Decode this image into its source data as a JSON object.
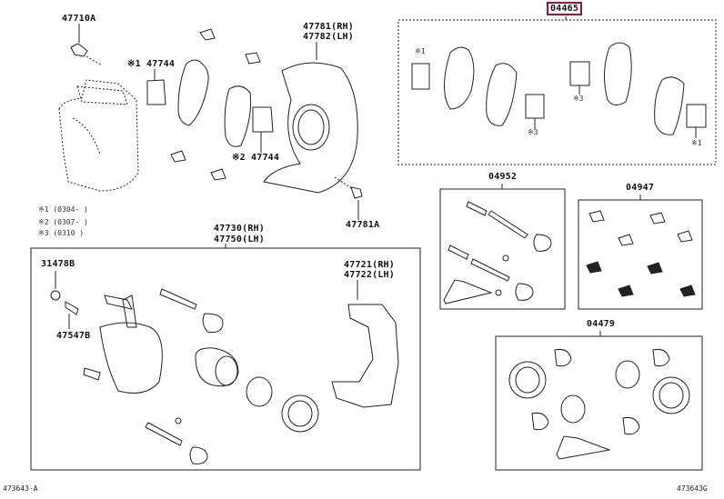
{
  "diagram": {
    "highlight_color": "#8b1a3a",
    "parts": {
      "bolt_top": "47710A",
      "pad_shim_1": "※1 47744",
      "pad_shim_2": "※2 47744",
      "dust_cover_rh": "47781(RH)",
      "dust_cover_lh": "47782(LH)",
      "dust_cover_bolt": "47781A",
      "caliper_rh": "47730(RH)",
      "caliper_lh": "47750(LH)",
      "bleeder_cap": "31478B",
      "bleeder_plug": "47547B",
      "mounting_rh": "47721(RH)",
      "mounting_lh": "47722(LH)",
      "pad_kit": "04465",
      "slide_pin_kit": "04952",
      "anti_squeal_kit": "04947",
      "cylinder_kit": "04479"
    },
    "notes": [
      "※1  (0304-      )",
      "※2  (0307-      )",
      "※3  (0310       )"
    ],
    "kit_marks": {
      "m1a": "※1",
      "m3a": "※3",
      "m3b": "※3",
      "m1b": "※1"
    },
    "footer_left": "473643·A",
    "footer_right": "473643G"
  }
}
